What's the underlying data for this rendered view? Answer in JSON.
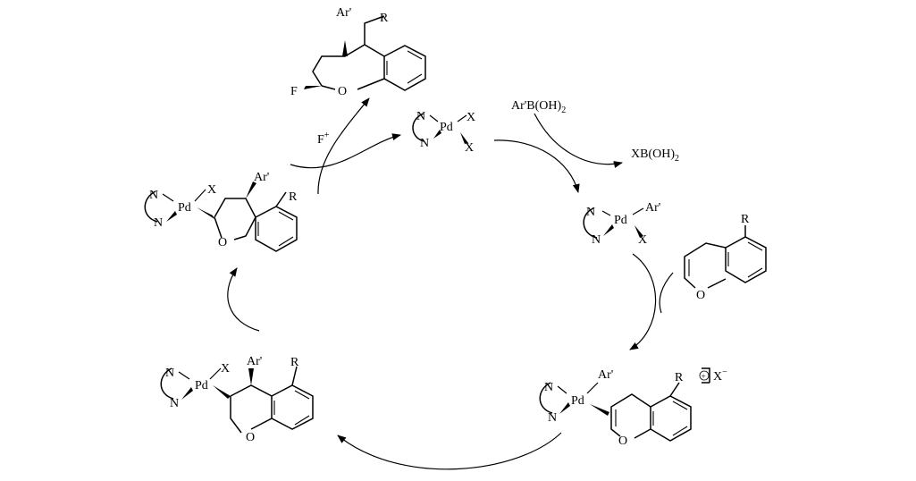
{
  "labels": {
    "n": "N",
    "pd": "Pd",
    "x": "X",
    "ar": "Ar'",
    "r": "R",
    "o": "O",
    "f": "F"
  },
  "reagents": {
    "fluorine": "F",
    "fluorine_charge": "+",
    "boronic_acid_prefix": "Ar'B(OH)",
    "boronic_acid_sub": "2",
    "borate_prefix": "XB(OH)",
    "borate_sub": "2",
    "counterion": "X",
    "counterion_charge": "−",
    "cation_charge": "+"
  }
}
